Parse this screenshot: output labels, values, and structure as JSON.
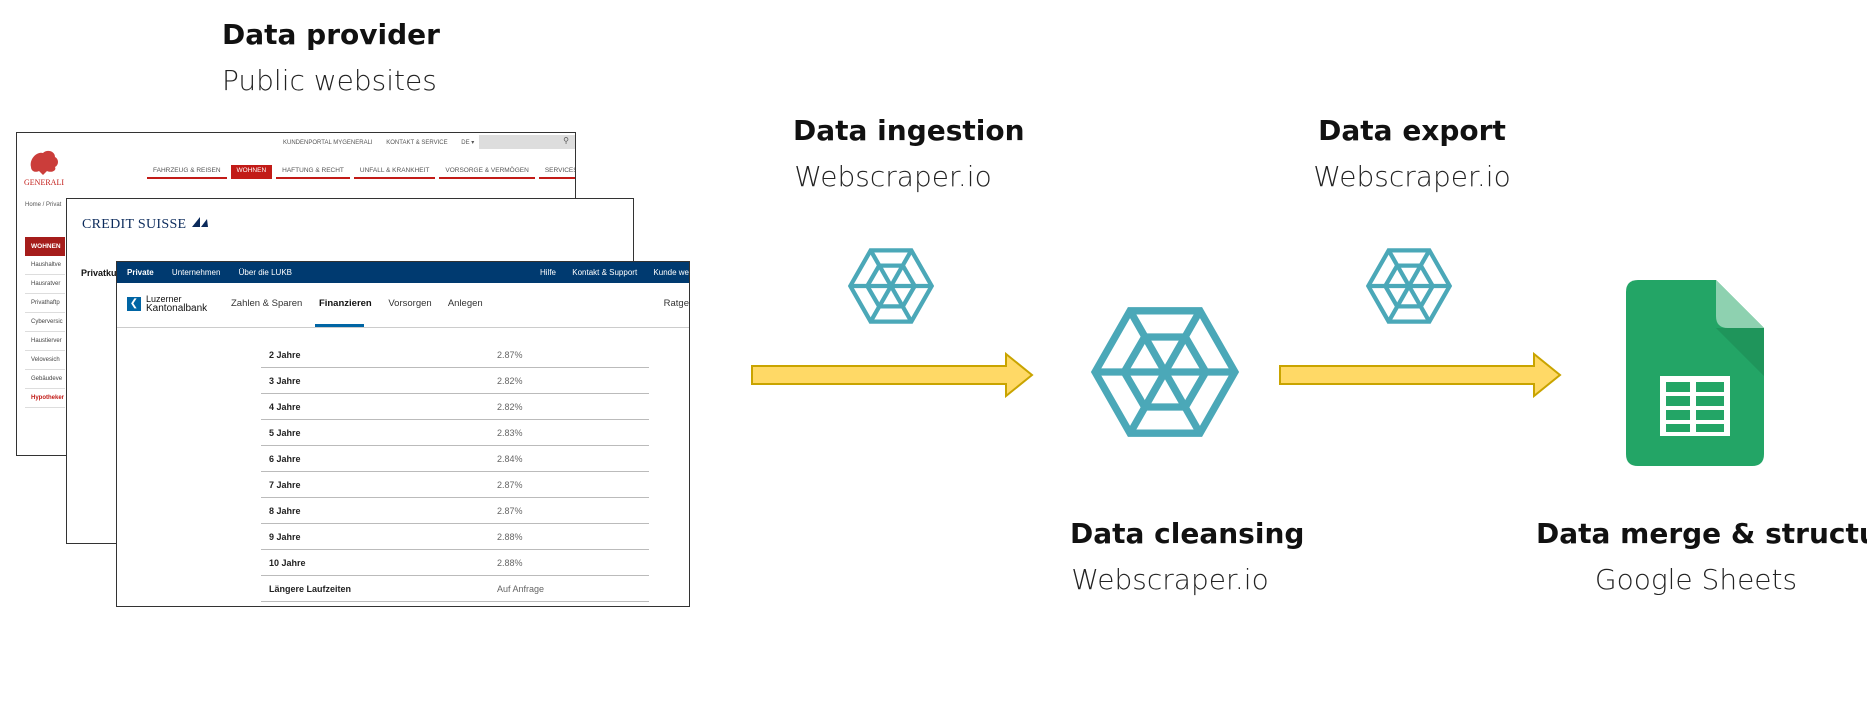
{
  "labels": {
    "provider": {
      "title": "Data provider",
      "subtitle": "Public websites"
    },
    "ingestion": {
      "title": "Data ingestion",
      "subtitle": "Webscraper.io"
    },
    "export": {
      "title": "Data export",
      "subtitle": "Webscraper.io"
    },
    "cleansing": {
      "title": "Data cleansing",
      "subtitle": "Webscraper.io"
    },
    "merge": {
      "title": "Data merge & structuring",
      "subtitle": "Google Sheets"
    }
  },
  "generali": {
    "logo_text": "GENERALI",
    "top_links": [
      "KUNDENPORTAL MYGENERALI",
      "KONTAKT & SERVICE",
      "DE ▾"
    ],
    "nav": [
      "FAHRZEUG & REISEN",
      "WOHNEN",
      "HAFTUNG & RECHT",
      "UNFALL & KRANKHEIT",
      "VORSORGE & VERMÖGEN",
      "SERVICES"
    ],
    "nav_active": "WOHNEN",
    "breadcrumb": "Home / Privat",
    "side_header": "WOHNEN",
    "side_items": [
      "Haushaltve",
      "Hausratver",
      "Privathaftp",
      "Cyberversic",
      "Haustierver",
      "Velovesich",
      "Gebäudeve",
      "Hypotheker"
    ]
  },
  "credit_suisse": {
    "logo_text": "CREDIT SUISSE",
    "sub": "Privatku"
  },
  "lukb": {
    "nav_left": [
      "Private",
      "Unternehmen",
      "Über die LUKB"
    ],
    "nav_right": [
      "Hilfe",
      "Kontakt & Support",
      "Kunde we"
    ],
    "logo_line1": "Luzerner",
    "logo_line2": "Kantonalbank",
    "menu": [
      "Zahlen & Sparen",
      "Finanzieren",
      "Vorsorgen",
      "Anlegen"
    ],
    "menu_active": "Finanzieren",
    "menu_right": "Ratge",
    "rows": [
      {
        "term": "2 Jahre",
        "rate": "2.87%"
      },
      {
        "term": "3 Jahre",
        "rate": "2.82%"
      },
      {
        "term": "4 Jahre",
        "rate": "2.82%"
      },
      {
        "term": "5 Jahre",
        "rate": "2.83%"
      },
      {
        "term": "6 Jahre",
        "rate": "2.84%"
      },
      {
        "term": "7 Jahre",
        "rate": "2.87%"
      },
      {
        "term": "8 Jahre",
        "rate": "2.87%"
      },
      {
        "term": "9 Jahre",
        "rate": "2.88%"
      },
      {
        "term": "10 Jahre",
        "rate": "2.88%"
      },
      {
        "term": "Längere Laufzeiten",
        "rate": "Auf Anfrage"
      }
    ]
  },
  "colors": {
    "arrow_fill": "#ffd966",
    "arrow_stroke": "#c9a400",
    "webscraper": "#4ba8b8",
    "sheets_green": "#23a566",
    "generali_red": "#c21b17",
    "lukb_blue": "#003a70"
  },
  "icons": [
    "webscraper-icon",
    "google-sheets-icon",
    "arrow-right-icon"
  ]
}
